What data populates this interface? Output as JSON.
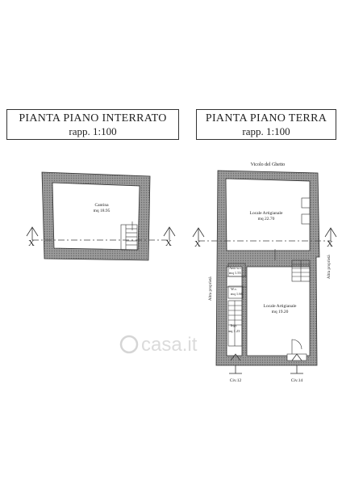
{
  "titles": {
    "left": {
      "name": "PIANTA PIANO INTERRATO",
      "scale": "rapp. 1:100"
    },
    "right": {
      "name": "PIANTA PIANO TERRA",
      "scale": "rapp. 1:100"
    }
  },
  "street": "Vicolo del Ghetto",
  "section_marker": "X",
  "rooms": {
    "cantina": {
      "name": "Cantina",
      "area": "mq 18.95"
    },
    "locale_top": {
      "name": "Locale Artigianale",
      "area": "mq 22.70"
    },
    "antiwc": {
      "name": "Anti w.c.",
      "area": "mq 1.55"
    },
    "wc": {
      "name": "W.c.",
      "area": "mq 1.66"
    },
    "ingr": {
      "name": "Ingr.",
      "area": "mq 1.23"
    },
    "locale_bottom": {
      "name": "Locale Artigianale",
      "area": "mq 19.20"
    }
  },
  "neighbors": {
    "left": "Altra proprietà",
    "right": "Altra proprietà"
  },
  "civic": {
    "a": "Civ.12",
    "b": "Civ.14"
  },
  "watermark": "casa.it",
  "colors": {
    "wall": "#8a8a8a",
    "line": "#333333"
  }
}
